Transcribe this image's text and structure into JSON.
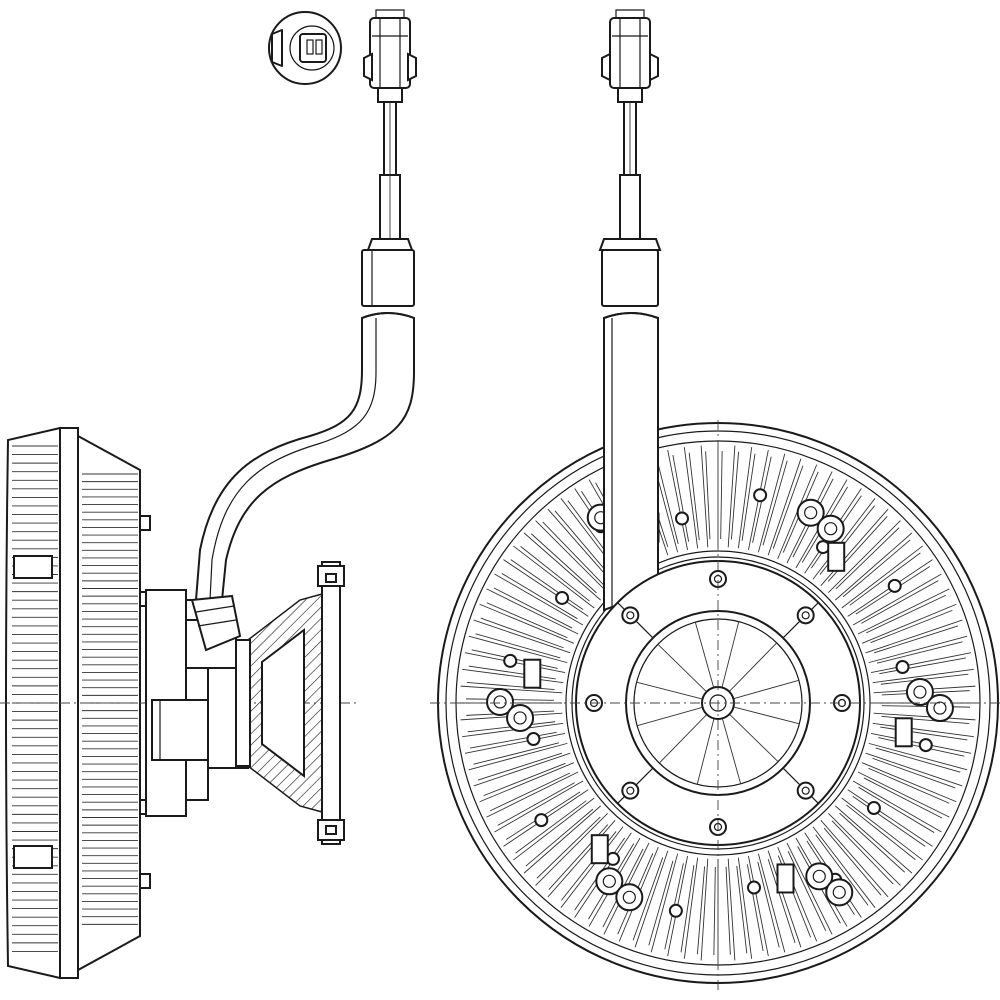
{
  "diagram": {
    "views": [
      {
        "name": "side-view",
        "description_visible": false
      },
      {
        "name": "front-view",
        "description_visible": false
      }
    ],
    "colors": {
      "line": "#1a1a1a",
      "background": "#ffffff"
    },
    "front_view": {
      "fin_count": 96,
      "bolt_count": 8,
      "cap_screw_count": 8
    },
    "side_view": {
      "fin_count": 60
    }
  }
}
